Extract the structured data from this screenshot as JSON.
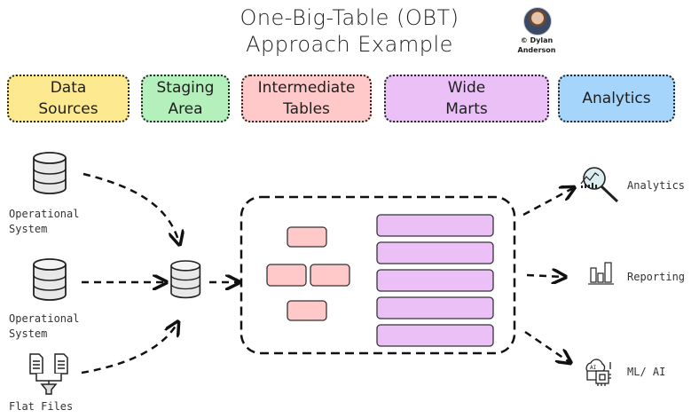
{
  "title": {
    "line1": "One-Big-Table (OBT)",
    "line2": "Approach Example"
  },
  "author": {
    "line1": "© Dylan",
    "line2": "Anderson"
  },
  "categories": [
    {
      "label": "Data\nSources",
      "color": "#fde98f"
    },
    {
      "label": "Staging\nArea",
      "color": "#b4f0bb"
    },
    {
      "label": "Intermediate\nTables",
      "color": "#ffc9c9"
    },
    {
      "label": "Wide\nMarts",
      "color": "#ebc0f7"
    },
    {
      "label": "Analytics",
      "color": "#a6d5fb"
    }
  ],
  "sources": [
    {
      "label": "Operational\nSystem",
      "icon": "database-icon"
    },
    {
      "label": "Operational\nSystem",
      "icon": "database-icon"
    },
    {
      "label": "Flat Files",
      "icon": "files-icon"
    }
  ],
  "outputs": [
    {
      "label": "Analytics",
      "icon": "magnifier-chart-icon"
    },
    {
      "label": "Reporting",
      "icon": "bar-chart-icon"
    },
    {
      "label": "ML/ AI",
      "icon": "ai-chip-icon"
    }
  ],
  "colors": {
    "intermediate": "#ffc9c9",
    "wide": "#ebc0f7"
  }
}
